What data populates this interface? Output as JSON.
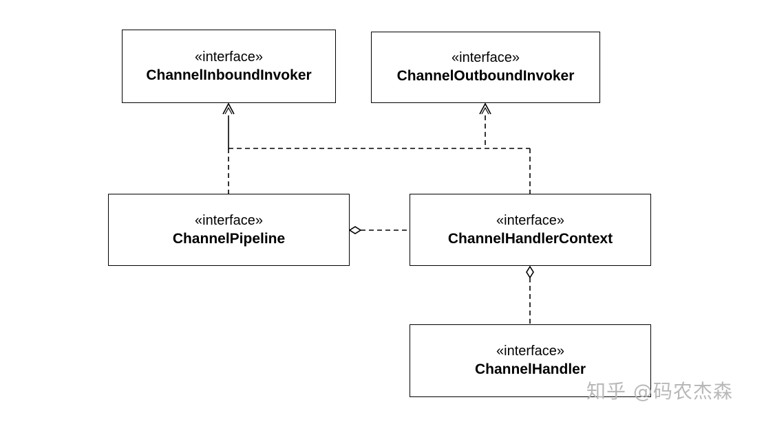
{
  "diagram": {
    "boxes": {
      "inbound": {
        "stereotype": "«interface»",
        "name": "ChannelInboundInvoker"
      },
      "outbound": {
        "stereotype": "«interface»",
        "name": "ChannelOutboundInvoker"
      },
      "pipeline": {
        "stereotype": "«interface»",
        "name": "ChannelPipeline"
      },
      "context": {
        "stereotype": "«interface»",
        "name": "ChannelHandlerContext"
      },
      "handler": {
        "stereotype": "«interface»",
        "name": "ChannelHandler"
      }
    },
    "relations": [
      {
        "from": "ChannelPipeline",
        "to": "ChannelInboundInvoker",
        "type": "realization"
      },
      {
        "from": "ChannelPipeline",
        "to": "ChannelOutboundInvoker",
        "type": "realization"
      },
      {
        "from": "ChannelHandlerContext",
        "to": "ChannelInboundInvoker",
        "type": "realization"
      },
      {
        "from": "ChannelHandlerContext",
        "to": "ChannelOutboundInvoker",
        "type": "realization"
      },
      {
        "from": "ChannelHandlerContext",
        "to": "ChannelPipeline",
        "type": "aggregation"
      },
      {
        "from": "ChannelHandler",
        "to": "ChannelHandlerContext",
        "type": "aggregation"
      }
    ],
    "watermark": "知乎 @码农杰森",
    "colors": {
      "line": "#000000",
      "background": "#ffffff",
      "watermark": "#b8b8b8"
    }
  }
}
